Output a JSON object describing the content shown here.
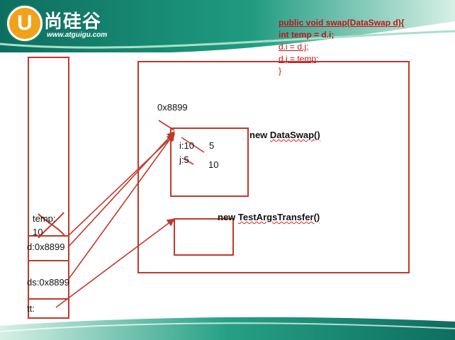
{
  "logo": {
    "mark": "U",
    "name": "尚硅谷",
    "url": "www.atguigu.com"
  },
  "code": {
    "line1": "public void swap(DataSwap d){",
    "line2": "int temp = d.i;",
    "line3": "d.i = d.j;",
    "line4": "d.j = temp;",
    "line5": "}"
  },
  "heap": {
    "address": "0x8899",
    "dataswap_new": "new",
    "dataswap_class": "DataSwap()",
    "field_i": "i:10",
    "field_i_new": "5",
    "field_j": "j:5",
    "field_j_new": "10",
    "testargs_new": "new",
    "testargs_class": "TestArgsTransfer()"
  },
  "stack": {
    "temp_label": "temp:",
    "temp_value": "10",
    "d": "d:0x8899",
    "ds": "ds:0x8899",
    "tt": "tt:"
  },
  "colors": {
    "line": "#c0392b",
    "code": "#c0141a",
    "brand_green": "#0f7f6e",
    "brand_orange": "#f0a21a"
  }
}
